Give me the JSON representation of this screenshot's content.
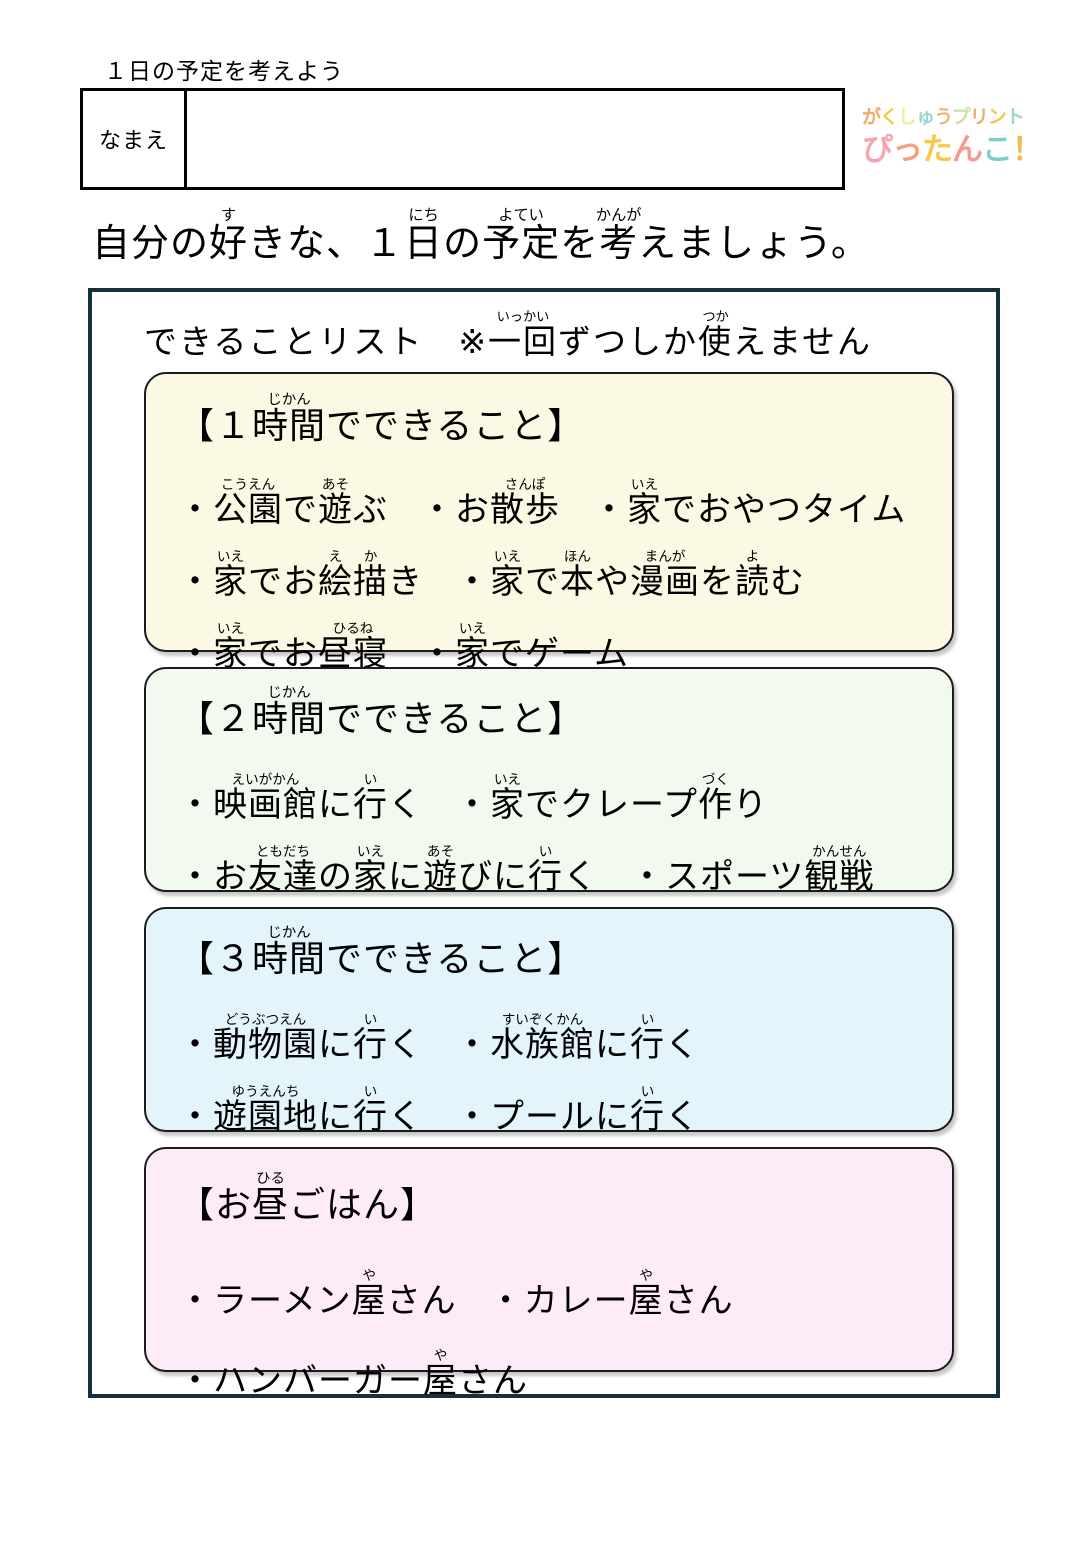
{
  "header": {
    "title": "１日の予定を考えよう",
    "name_label": "なまえ",
    "name_value": ""
  },
  "logo": {
    "line1": "がくしゅうプリント",
    "line2": "ぴったんこ！"
  },
  "instruction": {
    "parts": [
      {
        "text": "自分の好きな、１日の予定を考えましょう。"
      }
    ],
    "segments": [
      {
        "base": "自分の",
        "ruby": ""
      },
      {
        "base": "好",
        "ruby": "す"
      },
      {
        "base": "きな、１",
        "ruby": ""
      },
      {
        "base": "日",
        "ruby": "にち"
      },
      {
        "base": "の",
        "ruby": ""
      },
      {
        "base": "予定",
        "ruby": "よてい"
      },
      {
        "base": "を",
        "ruby": ""
      },
      {
        "base": "考",
        "ruby": "かんが"
      },
      {
        "base": "えましょう。",
        "ruby": ""
      }
    ]
  },
  "list": {
    "title_plain": "できることリスト　※一回ずつしか使えません",
    "title_main": "できることリスト　※",
    "title_ruby_1_base": "一回",
    "title_ruby_1_ruby": "いっかい",
    "title_mid": "ずつしか",
    "title_ruby_2_base": "使",
    "title_ruby_2_ruby": "つか",
    "title_end": "えません"
  },
  "categories": [
    {
      "id": "1hour",
      "heading_plain": "【１時間でできること】",
      "heading_pre": "【１",
      "heading_ruby_base": "時間",
      "heading_ruby": "じかん",
      "heading_post": "でできること】",
      "color": "#fbf8e3",
      "lines": [
        {
          "plain": "・公園で遊ぶ　・お散歩　・家でおやつタイム",
          "items": [
            {
              "bullet": "・",
              "segments": [
                {
                  "base": "公園",
                  "ruby": "こうえん"
                },
                {
                  "base": "で",
                  "ruby": ""
                },
                {
                  "base": "遊",
                  "ruby": "あそ"
                },
                {
                  "base": "ぶ",
                  "ruby": ""
                }
              ]
            },
            {
              "bullet": "・",
              "segments": [
                {
                  "base": "お",
                  "ruby": ""
                },
                {
                  "base": "散歩",
                  "ruby": "さんぽ"
                }
              ]
            },
            {
              "bullet": "・",
              "segments": [
                {
                  "base": "家",
                  "ruby": "いえ"
                },
                {
                  "base": "でおやつタイム",
                  "ruby": ""
                }
              ]
            }
          ]
        },
        {
          "plain": "・家でお絵描き　・家で本や漫画を読む",
          "items": [
            {
              "bullet": "・",
              "segments": [
                {
                  "base": "家",
                  "ruby": "いえ"
                },
                {
                  "base": "でお",
                  "ruby": ""
                },
                {
                  "base": "絵",
                  "ruby": "え"
                },
                {
                  "base": "描",
                  "ruby": "か"
                },
                {
                  "base": "き",
                  "ruby": ""
                }
              ]
            },
            {
              "bullet": "・",
              "segments": [
                {
                  "base": "家",
                  "ruby": "いえ"
                },
                {
                  "base": "で",
                  "ruby": ""
                },
                {
                  "base": "本",
                  "ruby": "ほん"
                },
                {
                  "base": "や",
                  "ruby": ""
                },
                {
                  "base": "漫画",
                  "ruby": "まんが"
                },
                {
                  "base": "を",
                  "ruby": ""
                },
                {
                  "base": "読",
                  "ruby": "よ"
                },
                {
                  "base": "む",
                  "ruby": ""
                }
              ]
            }
          ]
        },
        {
          "plain": "・家でお昼寝　・家でゲーム",
          "items": [
            {
              "bullet": "・",
              "segments": [
                {
                  "base": "家",
                  "ruby": "いえ"
                },
                {
                  "base": "でお",
                  "ruby": ""
                },
                {
                  "base": "昼寝",
                  "ruby": "ひるね"
                }
              ]
            },
            {
              "bullet": "・",
              "segments": [
                {
                  "base": "家",
                  "ruby": "いえ"
                },
                {
                  "base": "でゲーム",
                  "ruby": ""
                }
              ]
            }
          ]
        }
      ]
    },
    {
      "id": "2hour",
      "heading_plain": "【２時間でできること】",
      "heading_pre": "【２",
      "heading_ruby_base": "時間",
      "heading_ruby": "じかん",
      "heading_post": "でできること】",
      "color": "#f2faef",
      "lines": [
        {
          "plain": "・映画館に行く　・家でクレープ作り",
          "items": [
            {
              "bullet": "・",
              "segments": [
                {
                  "base": "映画館",
                  "ruby": "えいがかん"
                },
                {
                  "base": "に",
                  "ruby": ""
                },
                {
                  "base": "行",
                  "ruby": "い"
                },
                {
                  "base": "く",
                  "ruby": ""
                }
              ]
            },
            {
              "bullet": "・",
              "segments": [
                {
                  "base": "家",
                  "ruby": "いえ"
                },
                {
                  "base": "でクレープ",
                  "ruby": ""
                },
                {
                  "base": "作",
                  "ruby": "づく"
                },
                {
                  "base": "り",
                  "ruby": ""
                }
              ]
            }
          ]
        },
        {
          "plain": "・お友達の家に遊びに行く　・スポーツ観戦",
          "items": [
            {
              "bullet": "・",
              "segments": [
                {
                  "base": "お",
                  "ruby": ""
                },
                {
                  "base": "友達",
                  "ruby": "ともだち"
                },
                {
                  "base": "の",
                  "ruby": ""
                },
                {
                  "base": "家",
                  "ruby": "いえ"
                },
                {
                  "base": "に",
                  "ruby": ""
                },
                {
                  "base": "遊",
                  "ruby": "あそ"
                },
                {
                  "base": "びに",
                  "ruby": ""
                },
                {
                  "base": "行",
                  "ruby": "い"
                },
                {
                  "base": "く",
                  "ruby": ""
                }
              ]
            },
            {
              "bullet": "・",
              "segments": [
                {
                  "base": "スポーツ",
                  "ruby": ""
                },
                {
                  "base": "観戦",
                  "ruby": "かんせん"
                }
              ]
            }
          ]
        }
      ]
    },
    {
      "id": "3hour",
      "heading_plain": "【３時間でできること】",
      "heading_pre": "【３",
      "heading_ruby_base": "時間",
      "heading_ruby": "じかん",
      "heading_post": "でできること】",
      "color": "#e4f4fb",
      "lines": [
        {
          "plain": "・動物園に行く　・水族館に行く",
          "items": [
            {
              "bullet": "・",
              "segments": [
                {
                  "base": "動物園",
                  "ruby": "どうぶつえん"
                },
                {
                  "base": "に",
                  "ruby": ""
                },
                {
                  "base": "行",
                  "ruby": "い"
                },
                {
                  "base": "く",
                  "ruby": ""
                }
              ]
            },
            {
              "bullet": "・",
              "segments": [
                {
                  "base": "水族館",
                  "ruby": "すいぞくかん"
                },
                {
                  "base": "に",
                  "ruby": ""
                },
                {
                  "base": "行",
                  "ruby": "い"
                },
                {
                  "base": "く",
                  "ruby": ""
                }
              ]
            }
          ]
        },
        {
          "plain": "・遊園地に行く　・プールに行く",
          "items": [
            {
              "bullet": "・",
              "segments": [
                {
                  "base": "遊園地",
                  "ruby": "ゆうえんち"
                },
                {
                  "base": "に",
                  "ruby": ""
                },
                {
                  "base": "行",
                  "ruby": "い"
                },
                {
                  "base": "く",
                  "ruby": ""
                }
              ]
            },
            {
              "bullet": "・",
              "segments": [
                {
                  "base": "プールに",
                  "ruby": ""
                },
                {
                  "base": "行",
                  "ruby": "い"
                },
                {
                  "base": "く",
                  "ruby": ""
                }
              ]
            }
          ]
        }
      ]
    },
    {
      "id": "lunch",
      "heading_plain": "【お昼ごはん】",
      "heading_pre": "【お",
      "heading_ruby_base": "昼",
      "heading_ruby": "ひる",
      "heading_post": "ごはん】",
      "color": "#fdebf7",
      "lines": [
        {
          "plain": "・ラーメン屋さん　・カレー屋さん",
          "items": [
            {
              "bullet": "・",
              "segments": [
                {
                  "base": "ラーメン",
                  "ruby": ""
                },
                {
                  "base": "屋",
                  "ruby": "や"
                },
                {
                  "base": "さん",
                  "ruby": ""
                }
              ]
            },
            {
              "bullet": "・",
              "segments": [
                {
                  "base": "カレー",
                  "ruby": ""
                },
                {
                  "base": "屋",
                  "ruby": "や"
                },
                {
                  "base": "さん",
                  "ruby": ""
                }
              ]
            }
          ]
        },
        {
          "plain": "・ハンバーガー屋さん",
          "items": [
            {
              "bullet": "・",
              "segments": [
                {
                  "base": "ハンバーガー",
                  "ruby": ""
                },
                {
                  "base": "屋",
                  "ruby": "や"
                },
                {
                  "base": "さん",
                  "ruby": ""
                }
              ]
            }
          ]
        }
      ]
    }
  ]
}
